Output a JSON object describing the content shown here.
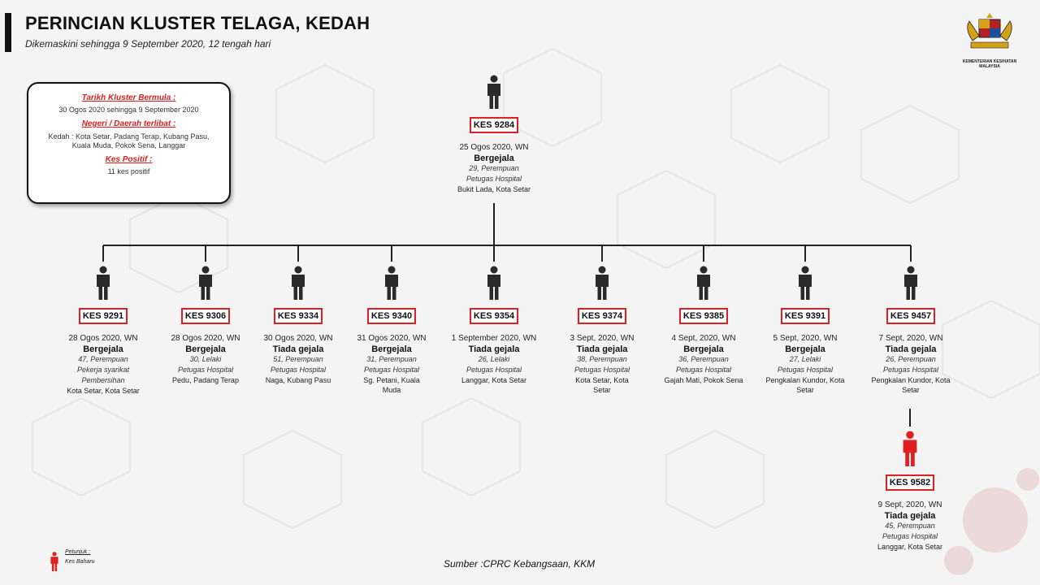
{
  "header": {
    "title": "PERINCIAN KLUSTER TELAGA, KEDAH",
    "subtitle": "Dikemaskini sehingga 9 September 2020, 12 tengah hari"
  },
  "logo": {
    "caption_line1": "KEMENTERIAN KESIHATAN",
    "caption_line2": "MALAYSIA"
  },
  "infobox": {
    "start_heading": "Tarikh Kluster Bermula :",
    "start_value": "30 Ogos 2020 sehingga 9 September 2020",
    "area_heading": "Negeri / Daerah terlibat :",
    "area_value": "Kedah : Kota Setar, Padang Terap, Kubang Pasu, Kuala Muda, Pokok Sena, Langgar",
    "positive_heading": "Kes Positif :",
    "positive_value": "11 kes positif"
  },
  "root": {
    "kes": "KES 9284",
    "date": "25 Ogos 2020, WN",
    "status": "Bergejala",
    "detail1": "29, Perempuan",
    "detail2": "Petugas Hospital",
    "location": "Bukit Lada, Kota Setar",
    "new_case": false
  },
  "children": [
    {
      "kes": "KES 9291",
      "date": "28 Ogos 2020, WN",
      "status": "Bergejala",
      "detail1": "47, Perempuan",
      "detail2": "Pekerja syarikat Pembersihan",
      "location": "Kota Setar, Kota Setar",
      "new_case": false
    },
    {
      "kes": "KES 9306",
      "date": "28 Ogos 2020, WN",
      "status": "Bergejala",
      "detail1": "30, Lelaki",
      "detail2": "Petugas Hospital",
      "location": "Pedu, Padang Terap",
      "new_case": false
    },
    {
      "kes": "KES 9334",
      "date": "30 Ogos 2020, WN",
      "status": "Tiada gejala",
      "detail1": "51, Perempuan",
      "detail2": "Petugas Hospital",
      "location": "Naga, Kubang Pasu",
      "new_case": false
    },
    {
      "kes": "KES 9340",
      "date": "31 Ogos 2020, WN",
      "status": "Bergejala",
      "detail1": "31, Perempuan",
      "detail2": "Petugas Hospital",
      "location": "Sg. Petani, Kuala Muda",
      "new_case": false
    },
    {
      "kes": "KES 9354",
      "date": "1 September 2020, WN",
      "status": "Tiada gejala",
      "detail1": "26, Lelaki",
      "detail2": "Petugas Hospital",
      "location": "Langgar, Kota Setar",
      "new_case": false
    },
    {
      "kes": "KES 9374",
      "date": "3 Sept, 2020, WN",
      "status": "Tiada gejala",
      "detail1": "38, Perempuan",
      "detail2": "Petugas Hospital",
      "location": "Kota Setar, Kota Setar",
      "new_case": false
    },
    {
      "kes": "KES 9385",
      "date": "4 Sept, 2020, WN",
      "status": "Bergejala",
      "detail1": "36, Perempuan",
      "detail2": "Petugas Hospital",
      "location": "Gajah Mati, Pokok Sena",
      "new_case": false
    },
    {
      "kes": "KES 9391",
      "date": "5 Sept, 2020, WN",
      "status": "Bergejala",
      "detail1": "27, Lelaki",
      "detail2": "Petugas Hospital",
      "location": "Pengkalan Kundor, Kota Setar",
      "new_case": false
    },
    {
      "kes": "KES 9457",
      "date": "7 Sept, 2020, WN",
      "status": "Tiada gejala",
      "detail1": "26, Perempuan",
      "detail2": "Petugas Hospital",
      "location": "Pengkalan Kundor, Kota Setar",
      "new_case": false
    }
  ],
  "grandchild": {
    "kes": "KES 9582",
    "date": "9 Sept, 2020, WN",
    "status": "Tiada gejala",
    "detail1": "45, Perempuan",
    "detail2": "Petugas Hospital",
    "location": "Langgar, Kota Setar",
    "new_case": true
  },
  "legend": {
    "label": "Petunjuk :",
    "text": "Kes Baharu"
  },
  "source": "Sumber :CPRC Kebangsaan,  KKM",
  "colors": {
    "existing_case": "#2a2a2a",
    "new_case": "#e02020",
    "box_border": "#e02020"
  }
}
